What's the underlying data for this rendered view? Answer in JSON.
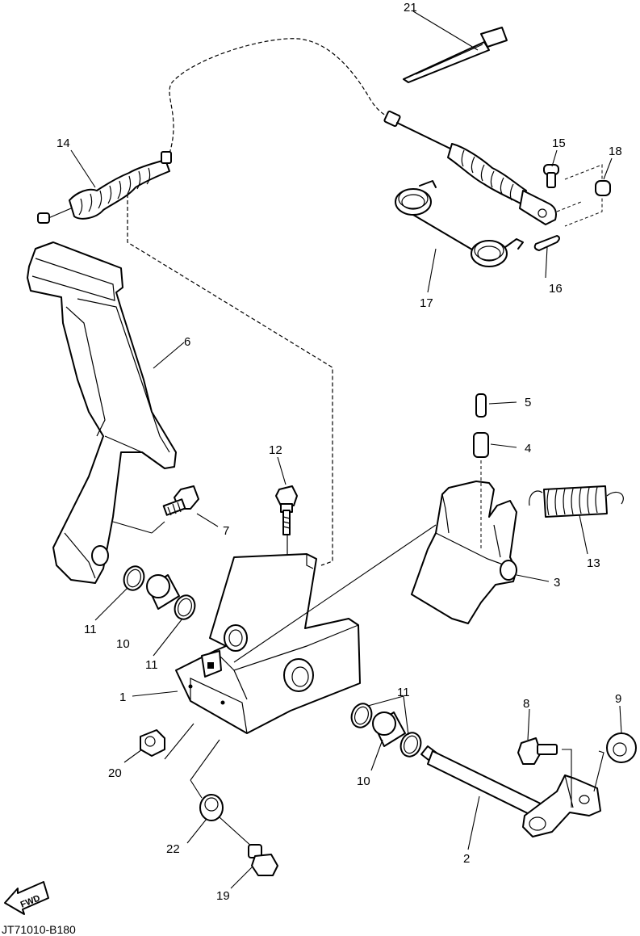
{
  "drawing_code": "JT71010-B180",
  "fwd_label": "FWD",
  "callouts": {
    "c1": "1",
    "c2": "2",
    "c3": "3",
    "c4": "4",
    "c5": "5",
    "c6": "6",
    "c7": "7",
    "c8": "8",
    "c9": "9",
    "c10a": "10",
    "c10b": "10",
    "c11a": "11",
    "c11b": "11",
    "c11c": "11",
    "c12": "12",
    "c13": "13",
    "c14": "14",
    "c15": "15",
    "c16": "16",
    "c17": "17",
    "c18": "18",
    "c19": "19",
    "c20": "20",
    "c21": "21",
    "c22": "22"
  }
}
